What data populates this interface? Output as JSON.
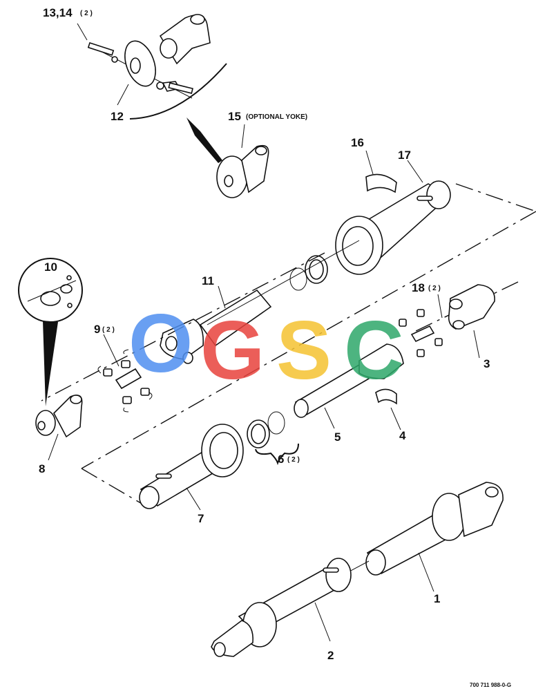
{
  "title": "Exploded view drivetrain assembly",
  "callouts": {
    "c1": "1",
    "c2": "2",
    "c3": "3",
    "c4": "4",
    "c5": "5",
    "c6": "6",
    "c6q": "( 2 )",
    "c7": "7",
    "c8": "8",
    "c9": "9",
    "c9q": "( 2 )",
    "c10": "10",
    "c11": "11",
    "c12": "12",
    "c13": "13,14",
    "c13q": "( 2 )",
    "c15": "15",
    "c15note": "(OPTIONAL YOKE)",
    "c16": "16",
    "c17": "17",
    "c18": "18",
    "c18q": "( 2 )"
  },
  "watermark": {
    "letters": [
      "O",
      "G",
      "S",
      "C"
    ],
    "colors": [
      "#4f8ff0",
      "#e8433d",
      "#f5c331",
      "#2ea86a"
    ]
  },
  "figure_number": "700 711 988-0-G"
}
